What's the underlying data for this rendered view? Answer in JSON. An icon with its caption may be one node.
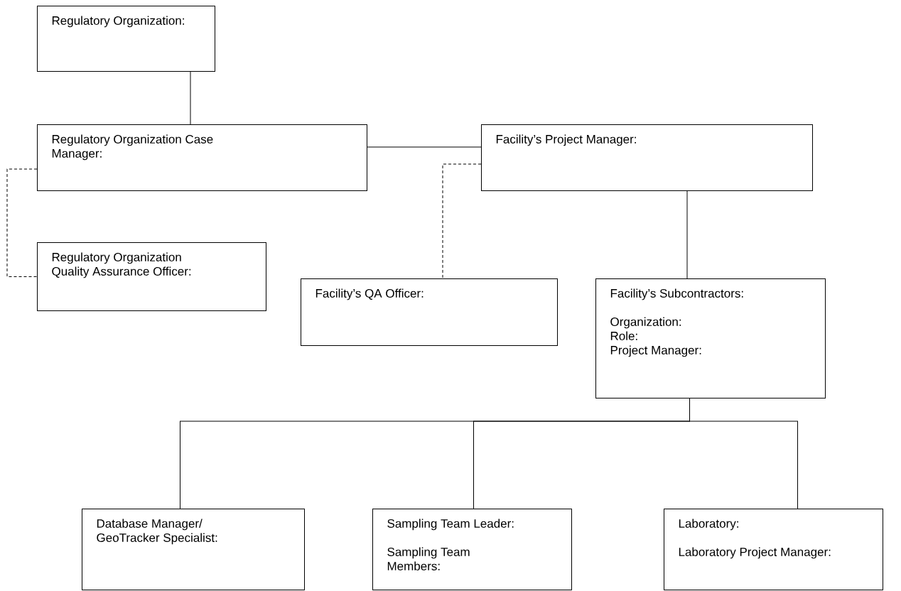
{
  "diagram": {
    "nodes": [
      {
        "text": [
          "Regulatory Organization:"
        ]
      },
      {
        "text": [
          "Regulatory Organization Case Manager:"
        ]
      },
      {
        "text": [
          "Facility’s Project Manager:"
        ]
      },
      {
        "text": [
          "Regulatory Organization Quality Assurance Officer:"
        ]
      },
      {
        "text": [
          "Facility’s QA Officer:"
        ]
      },
      {
        "text": [
          "Facility’s Subcontractors:",
          "Organization:",
          "Role:",
          "Project Manager:"
        ]
      },
      {
        "text": [
          "Database Manager/ GeoTracker Specialist:"
        ]
      },
      {
        "text": [
          "Sampling Team Leader:",
          "Sampling Team Members:"
        ]
      },
      {
        "text": [
          "Laboratory:",
          "Laboratory Project Manager:"
        ]
      }
    ],
    "edges": [
      {
        "from": 0,
        "to": 1,
        "arrow": "none"
      },
      {
        "from": 1,
        "to": 2,
        "arrow": "none"
      },
      {
        "from": 1,
        "to": 3,
        "arrow": "none",
        "style": "dashed"
      },
      {
        "from": 2,
        "to": 4,
        "arrow": "none",
        "style": "dashed"
      },
      {
        "from": 2,
        "to": 5,
        "arrow": "none"
      },
      {
        "from": 5,
        "to": 6,
        "arrow": "none"
      },
      {
        "from": 5,
        "to": 7,
        "arrow": "none"
      },
      {
        "from": 5,
        "to": 8,
        "arrow": "none"
      }
    ]
  }
}
